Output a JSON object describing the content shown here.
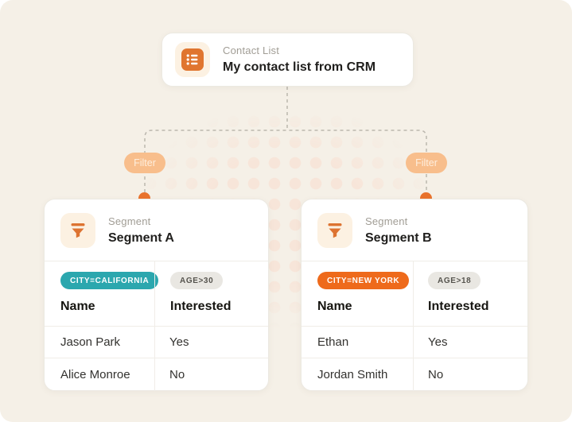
{
  "background": {
    "color": "#f5f0e7",
    "dot_color": "#f7e5d9"
  },
  "contact_card": {
    "label": "Contact List",
    "title": "My contact list from CRM",
    "icon": "contact-list-icon",
    "icon_color": "#e0752f",
    "icon_tile_bg": "#fcf1e2"
  },
  "connector": {
    "line_color": "#bbb7ae",
    "bump_color": "#e8722c",
    "filter_left": {
      "label": "Filter"
    },
    "filter_right": {
      "label": "Filter"
    },
    "filter_bg": "#f8be8c",
    "filter_fg": "#feeedd"
  },
  "segments": [
    {
      "label": "Segment",
      "title": "Segment A",
      "icon": "funnel-icon",
      "tags": [
        {
          "text": "CITY=CALIFORNIA",
          "bg": "#2ba7ae",
          "fg": "#ffffff"
        },
        {
          "text": "AGE>30",
          "bg": "#e9e7e2",
          "fg": "#56544e"
        }
      ],
      "columns": [
        "Name",
        "Interested"
      ],
      "rows": [
        [
          "Jason Park",
          "Yes"
        ],
        [
          "Alice Monroe",
          "No"
        ]
      ]
    },
    {
      "label": "Segment",
      "title": "Segment B",
      "icon": "funnel-icon",
      "tags": [
        {
          "text": "CITY=NEW YORK",
          "bg": "#ee6a1b",
          "fg": "#ffffff"
        },
        {
          "text": "AGE>18",
          "bg": "#e9e7e2",
          "fg": "#56544e"
        }
      ],
      "columns": [
        "Name",
        "Interested"
      ],
      "rows": [
        [
          "Ethan",
          "Yes"
        ],
        [
          "Jordan Smith",
          "No"
        ]
      ]
    }
  ]
}
